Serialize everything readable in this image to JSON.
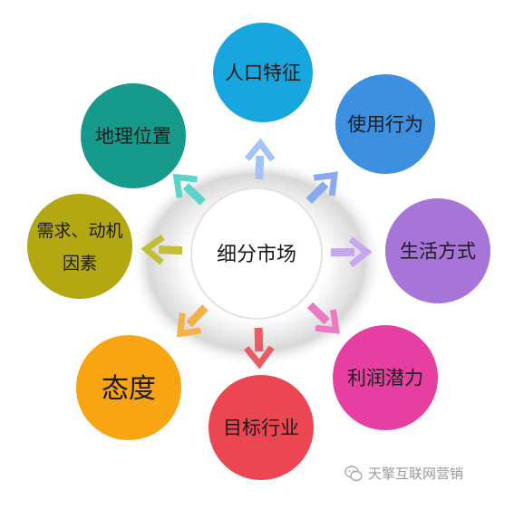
{
  "center": {
    "label": "细分市场"
  },
  "nodes": [
    {
      "id": "demographics",
      "lines": [
        "人口特征"
      ],
      "color": "#17a6dd"
    },
    {
      "id": "usage-behavior",
      "lines": [
        "使用行为"
      ],
      "color": "#3d8fe0"
    },
    {
      "id": "lifestyle",
      "lines": [
        "生活方式"
      ],
      "color": "#a775d8"
    },
    {
      "id": "profit-potential",
      "lines": [
        "利润潜力"
      ],
      "color": "#e63ea1"
    },
    {
      "id": "target-industry",
      "lines": [
        "目标行业"
      ],
      "color": "#ec4652"
    },
    {
      "id": "attitude",
      "lines": [
        "态度"
      ],
      "color": "#f9a413"
    },
    {
      "id": "needs-motivation",
      "lines": [
        "需求、动机",
        "因素"
      ],
      "color": "#b3a712"
    },
    {
      "id": "geographic-location",
      "lines": [
        "地理位置"
      ],
      "color": "#169a8c"
    }
  ],
  "arrow_colors": [
    "#a6c3f5",
    "#8aaaf0",
    "#c6a6ee",
    "#ec7ac0",
    "#ec5a62",
    "#f3b247",
    "#c3be3a",
    "#5ed2c9"
  ],
  "watermark": {
    "text": "天擎互联网营销",
    "icon": "wechat-icon"
  }
}
